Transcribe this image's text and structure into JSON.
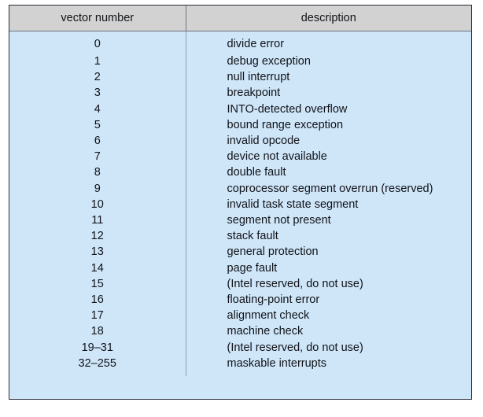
{
  "figure": {
    "kind": "table",
    "caption": ""
  },
  "colors": {
    "header_background": "#d2d2d2",
    "body_background": "#cfe6f9",
    "outer_border": "#2b2f38",
    "inner_divider": "#8e9ba6",
    "header_divider": "#6f747c",
    "text": "#111318",
    "page_background": "#ffffff"
  },
  "table": {
    "columns": [
      {
        "key": "vector_number",
        "label": "vector number",
        "align": "center"
      },
      {
        "key": "description",
        "label": "description",
        "align": "left"
      }
    ],
    "rows": [
      {
        "vector_number": "0",
        "description": "divide error"
      },
      {
        "vector_number": "1",
        "description": "debug exception"
      },
      {
        "vector_number": "2",
        "description": "null interrupt"
      },
      {
        "vector_number": "3",
        "description": "breakpoint"
      },
      {
        "vector_number": "4",
        "description": "INTO-detected overflow"
      },
      {
        "vector_number": "5",
        "description": "bound range exception"
      },
      {
        "vector_number": "6",
        "description": "invalid opcode"
      },
      {
        "vector_number": "7",
        "description": "device not available"
      },
      {
        "vector_number": "8",
        "description": "double fault"
      },
      {
        "vector_number": "9",
        "description": "coprocessor segment overrun (reserved)"
      },
      {
        "vector_number": "10",
        "description": "invalid task state segment"
      },
      {
        "vector_number": "11",
        "description": "segment not present"
      },
      {
        "vector_number": "12",
        "description": "stack fault"
      },
      {
        "vector_number": "13",
        "description": "general protection"
      },
      {
        "vector_number": "14",
        "description": "page fault"
      },
      {
        "vector_number": "15",
        "description": "(Intel reserved, do not use)"
      },
      {
        "vector_number": "16",
        "description": "floating-point error"
      },
      {
        "vector_number": "17",
        "description": "alignment check"
      },
      {
        "vector_number": "18",
        "description": "machine check"
      },
      {
        "vector_number": "19–31",
        "description": "(Intel reserved, do not use)"
      },
      {
        "vector_number": "32–255",
        "description": "maskable interrupts"
      }
    ]
  }
}
